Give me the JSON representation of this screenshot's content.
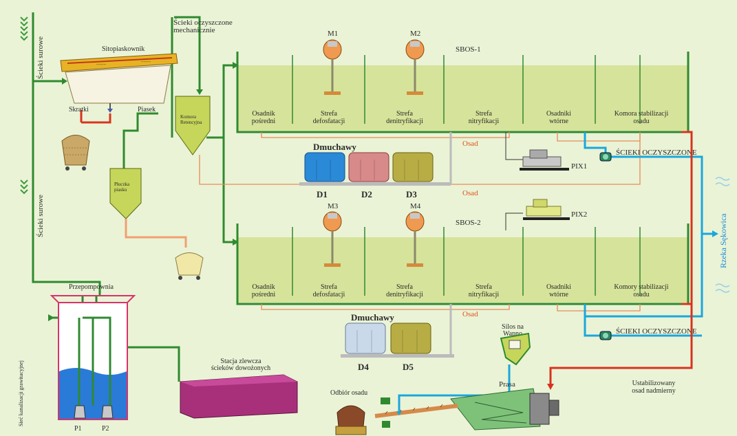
{
  "left": {
    "raw_sewage_top": "Ścieki surowe",
    "raw_sewage_bottom": "Ścieki surowe",
    "gravity_sewer": "Sieć kanalizacji grawitacyjnej"
  },
  "screen": {
    "title": "Sitopiaskownik",
    "screenings": "Skratki",
    "sand": "Piasek",
    "mech_treated": "Ścieki oczyszczone mechanicznie",
    "retention": "Komora Retencyjna",
    "sand_separator": "Płuczka piasku"
  },
  "pumping": {
    "title": "Przepompownia",
    "p1": "P1",
    "p2": "P2"
  },
  "septage": {
    "label": "Stacja zlewcza ścieków dowożonych"
  },
  "sbos1": {
    "title": "SBOS-1",
    "zones": [
      "Osadnik pośredni",
      "Strefa defosfatacji",
      "Strefa denitryfikacji",
      "Strefa nitryfikacji",
      "Osadniki wtórne",
      "Komora stabilizacji osadu"
    ],
    "mixers": [
      "M1",
      "M2"
    ]
  },
  "sbos2": {
    "title": "SBOS-2",
    "zones": [
      "Osadnik pośredni",
      "Strefa defosfatacji",
      "Strefa denitryfikacji",
      "Strefa nitryfikacji",
      "Osadniki wtórne",
      "Komory stabilizacji osadu"
    ],
    "mixers": [
      "M3",
      "M4"
    ]
  },
  "blowers1": {
    "title": "Dmuchawy",
    "units": [
      "D1",
      "D2",
      "D3"
    ]
  },
  "blowers2": {
    "title": "Dmuchawy",
    "units": [
      "D4",
      "D5"
    ]
  },
  "sludge": {
    "osad1": "Osad",
    "osad2": "Osad",
    "osad3": "Osad"
  },
  "chem": {
    "pix1": "PIX1",
    "pix2": "PIX2"
  },
  "outflow": {
    "treated1": "ŚCIEKI OCZYSZCZONE",
    "treated2": "ŚCIEKI OCZYSZCZONE",
    "river": "Rzeka Sękowica"
  },
  "press": {
    "lime_silo": "Silos na Wapno",
    "press": "Prasa",
    "receiver": "Odbiór osadu",
    "stabilized": "Ustabilizowany osad nadmierny"
  },
  "colors": {
    "tank_fill": "#d6e39a",
    "green_pipe": "#2f8a2f",
    "red_pipe": "#d8331e",
    "blue_pipe": "#1aa7dc",
    "orange_pipe": "#f0a070"
  }
}
